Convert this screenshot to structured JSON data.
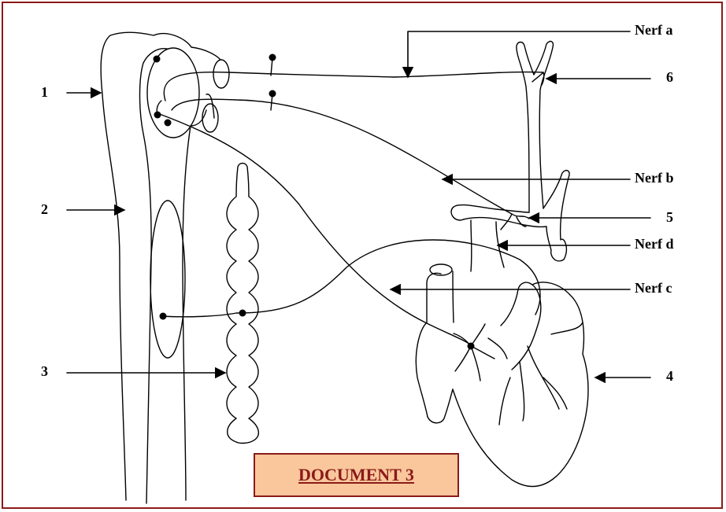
{
  "labels": {
    "l1": "1",
    "l2": "2",
    "l3": "3",
    "l4": "4",
    "l5": "5",
    "l6": "6",
    "nerf_a": "Nerf a",
    "nerf_b": "Nerf b",
    "nerf_c": "Nerf c",
    "nerf_d": "Nerf d"
  },
  "document_title": "DOCUMENT 3",
  "colors": {
    "frame": "#8b1a1a",
    "title_box_fill": "#f9c79b",
    "title_text": "#8b1a1a",
    "line": "#000000"
  }
}
